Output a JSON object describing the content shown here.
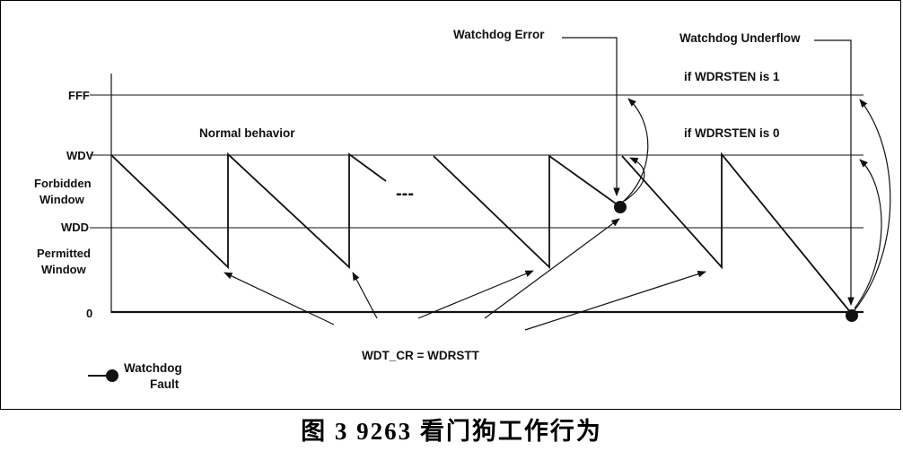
{
  "levels": {
    "fff": "FFF",
    "wdv": "WDV",
    "forbidden_line1": "Forbidden",
    "forbidden_line2": "Window",
    "wdd": "WDD",
    "permitted_line1": "Permitted",
    "permitted_line2": "Window",
    "zero": "0"
  },
  "annotations": {
    "normal_behavior": "Normal behavior",
    "ellipsis": "---",
    "watchdog_error": "Watchdog Error",
    "watchdog_underflow": "Watchdog Underflow",
    "if_wdrsten_1": "if WDRSTEN is 1",
    "if_wdrsten_0": "if WDRSTEN is 0",
    "reload_condition": "WDT_CR = WDRSTT"
  },
  "legend": {
    "line1": "Watchdog",
    "line2": "Fault"
  },
  "caption": "图 3   9263 看门狗工作行为",
  "colors": {
    "line": "#111111",
    "background": "#ffffff"
  }
}
